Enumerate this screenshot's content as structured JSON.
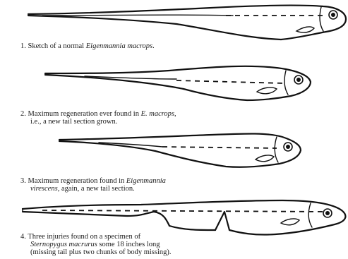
{
  "captions": [
    {
      "number": "1.",
      "parts": [
        "Sketch of a normal ",
        "Eigenmannia macrops",
        "."
      ],
      "italic": [
        false,
        true,
        false
      ]
    },
    {
      "number": "2.",
      "line1": [
        "Maximum regeneration ever found in ",
        "E. macrops",
        ","
      ],
      "line1_italic": [
        false,
        true,
        false
      ],
      "line2": "i.e., a new tail section grown."
    },
    {
      "number": "3.",
      "line1": [
        "Maximum regeneration found in ",
        "Eigenmannia"
      ],
      "line1_italic": [
        false,
        true
      ],
      "line2": [
        "virescens",
        ", again, a new tail section."
      ],
      "line2_italic": [
        true,
        false
      ]
    },
    {
      "number": "4.",
      "line1": "Three injuries found on a specimen of",
      "line2": [
        "Sternopygus macrurus",
        " some 18 inches long"
      ],
      "line2_italic": [
        true,
        false
      ],
      "line3": "(missing tail plus two chunks of body missing)."
    }
  ]
}
